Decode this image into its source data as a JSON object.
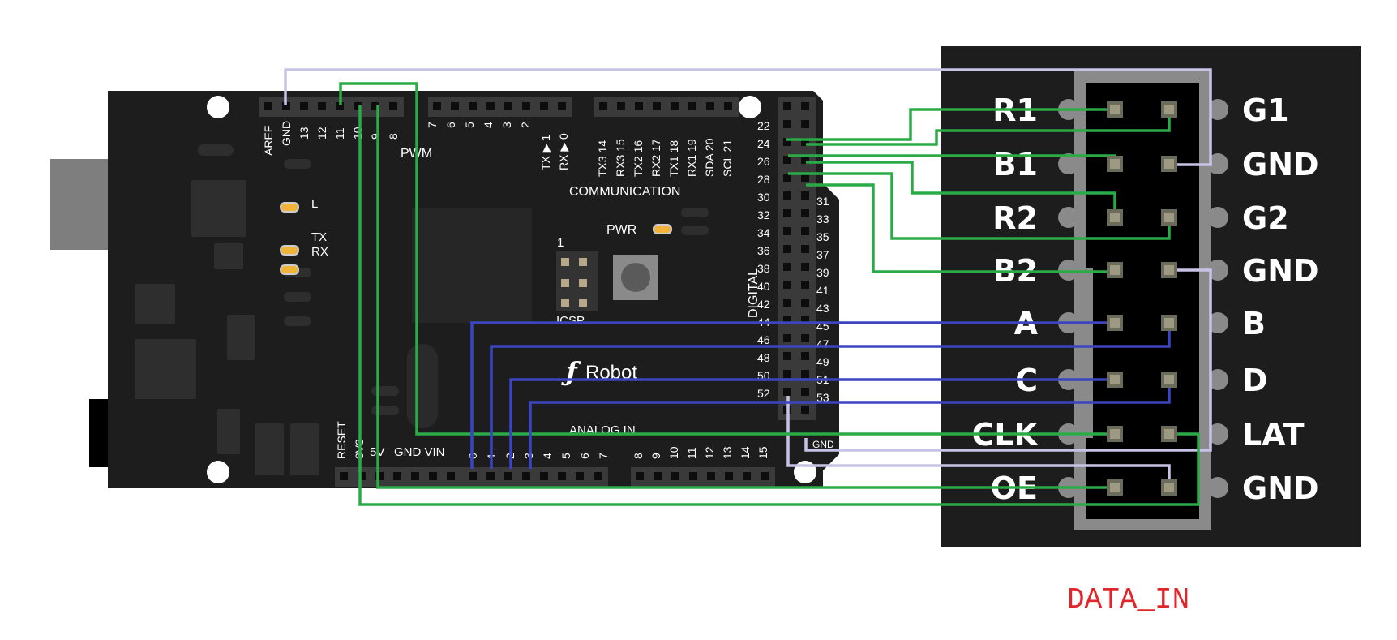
{
  "board": {
    "brand": "Robot",
    "labels": {
      "aref": "AREF",
      "gnd_top": "GND",
      "pwm": "PWM",
      "communication": "COMMUNICATION",
      "pwr": "PWR",
      "l": "L",
      "tx": "TX",
      "rx": "RX",
      "one": "1",
      "icsp": "ICSP",
      "digital": "DIGITAL",
      "analog_in": "ANALOG IN",
      "reset": "RESET",
      "v33": "3V3",
      "v5": "5V",
      "gnd_vin": "GND VIN",
      "gnd_bottom": "GND",
      "tx_arrow": "TX ▶ 1",
      "rx_arrow": "RX ▶ 0"
    },
    "top_left_numbers": [
      "13",
      "12",
      "11",
      "10",
      "9",
      "8"
    ],
    "pwm_numbers": [
      "7",
      "6",
      "5",
      "4",
      "3",
      "2"
    ],
    "comm_labels": [
      "TX3 14",
      "RX3 15",
      "TX2 16",
      "RX2 17",
      "TX1 18",
      "RX1 19",
      "SDA 20",
      "SCL 21"
    ],
    "digital_left": [
      "22",
      "24",
      "26",
      "28",
      "30",
      "32",
      "34",
      "36",
      "38",
      "40",
      "42",
      "44",
      "46",
      "48",
      "50",
      "52"
    ],
    "digital_right": [
      "31",
      "33",
      "35",
      "37",
      "39",
      "41",
      "43",
      "45",
      "47",
      "49",
      "51",
      "53"
    ],
    "analog_numbers": [
      "0",
      "1",
      "2",
      "3",
      "4",
      "5",
      "6",
      "7",
      "8",
      "9",
      "10",
      "11",
      "12",
      "13",
      "14",
      "15"
    ]
  },
  "connector": {
    "caption": "DATA_IN",
    "left_labels": [
      "R1",
      "B1",
      "R2",
      "B2",
      "A",
      "C",
      "CLK",
      "OE"
    ],
    "right_labels": [
      "G1",
      "GND",
      "G2",
      "GND",
      "B",
      "D",
      "LAT",
      "GND"
    ]
  },
  "colors": {
    "board": "#1d1d1d",
    "wire_green": "#2bab47",
    "wire_blue": "#3b45c2",
    "wire_lavender": "#c7c3e6",
    "caption": "#e0262b"
  }
}
